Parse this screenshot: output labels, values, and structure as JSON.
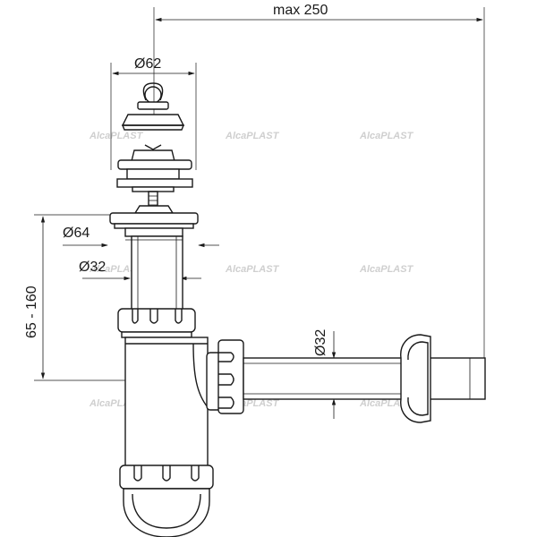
{
  "dimensions": {
    "max_length": "max 250",
    "plug_diameter": "Ø62",
    "outlet_diameter": "Ø64",
    "tube_diameter": "Ø32",
    "pipe_diameter": "Ø32",
    "height_range": "65 - 160"
  },
  "watermark": "AlcaPLAST"
}
